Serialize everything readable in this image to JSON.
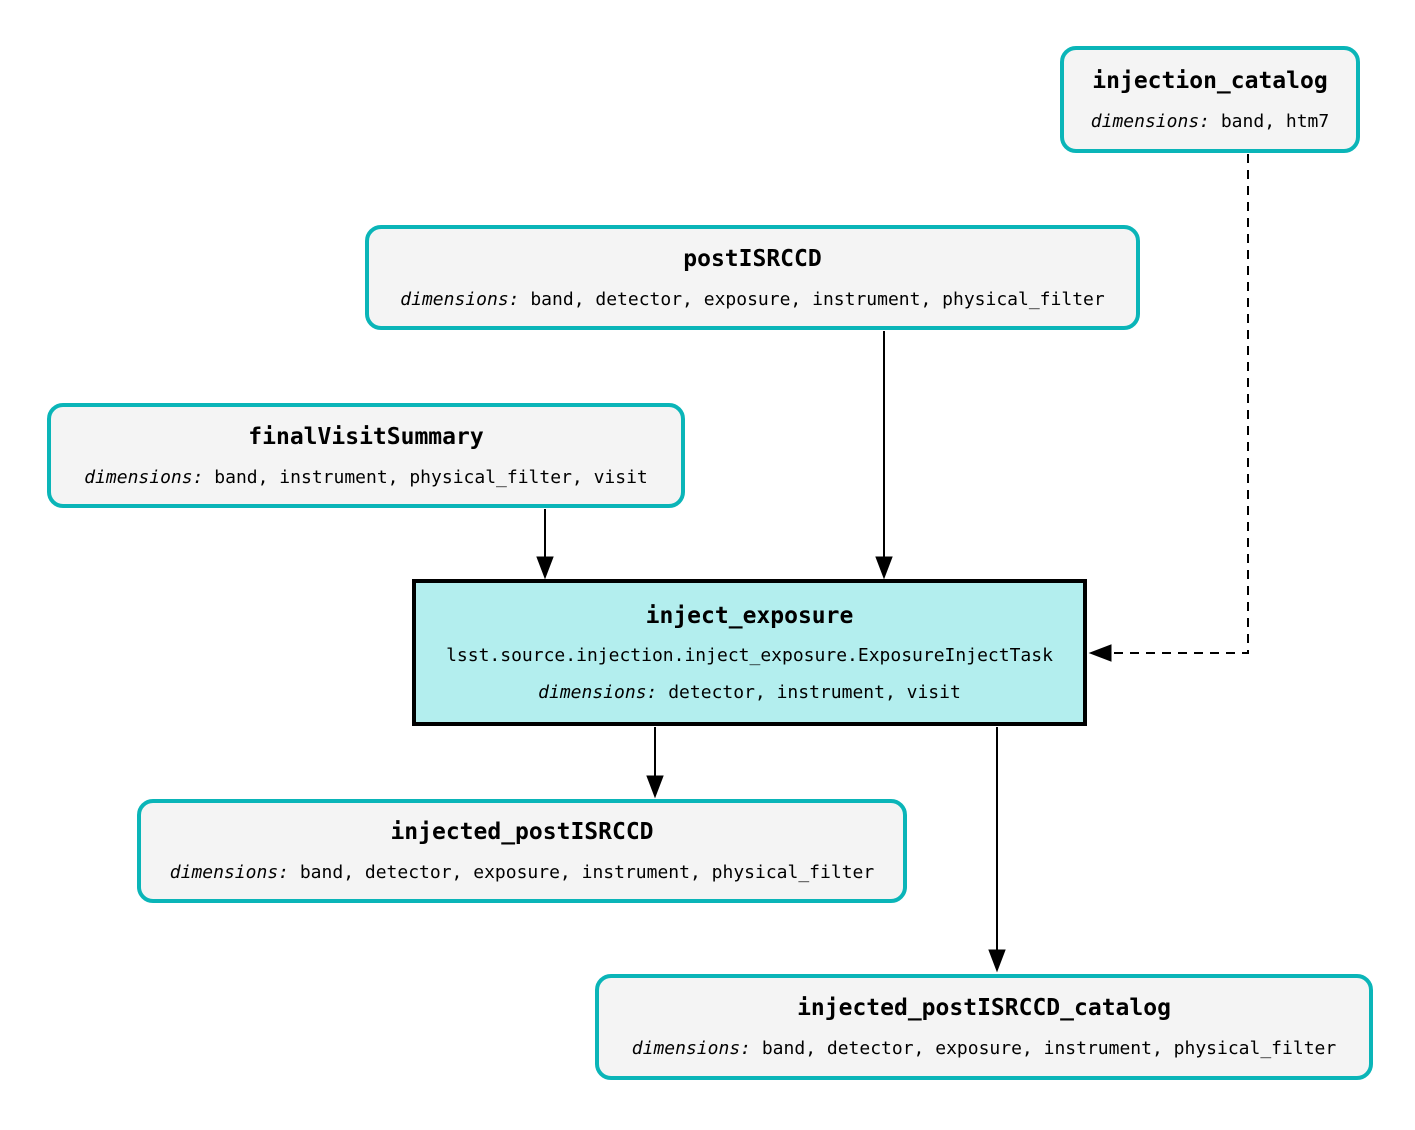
{
  "colors": {
    "background": "#ffffff",
    "dataset_border": "#0ab5b8",
    "dataset_fill": "#f4f4f4",
    "task_border": "#000000",
    "task_fill": "#b3eeee",
    "edge": "#000000"
  },
  "nodes": {
    "injection_catalog": {
      "title": "injection_catalog",
      "dimensions_label": "dimensions:",
      "dimensions": "band, htm7"
    },
    "postISRCCD": {
      "title": "postISRCCD",
      "dimensions_label": "dimensions:",
      "dimensions": "band, detector, exposure, instrument, physical_filter"
    },
    "finalVisitSummary": {
      "title": "finalVisitSummary",
      "dimensions_label": "dimensions:",
      "dimensions": "band, instrument, physical_filter, visit"
    },
    "inject_exposure": {
      "title": "inject_exposure",
      "task_class": "lsst.source.injection.inject_exposure.ExposureInjectTask",
      "dimensions_label": "dimensions:",
      "dimensions": "detector, instrument, visit"
    },
    "injected_postISRCCD": {
      "title": "injected_postISRCCD",
      "dimensions_label": "dimensions:",
      "dimensions": "band, detector, exposure, instrument, physical_filter"
    },
    "injected_postISRCCD_catalog": {
      "title": "injected_postISRCCD_catalog",
      "dimensions_label": "dimensions:",
      "dimensions": "band, detector, exposure, instrument, physical_filter"
    }
  }
}
